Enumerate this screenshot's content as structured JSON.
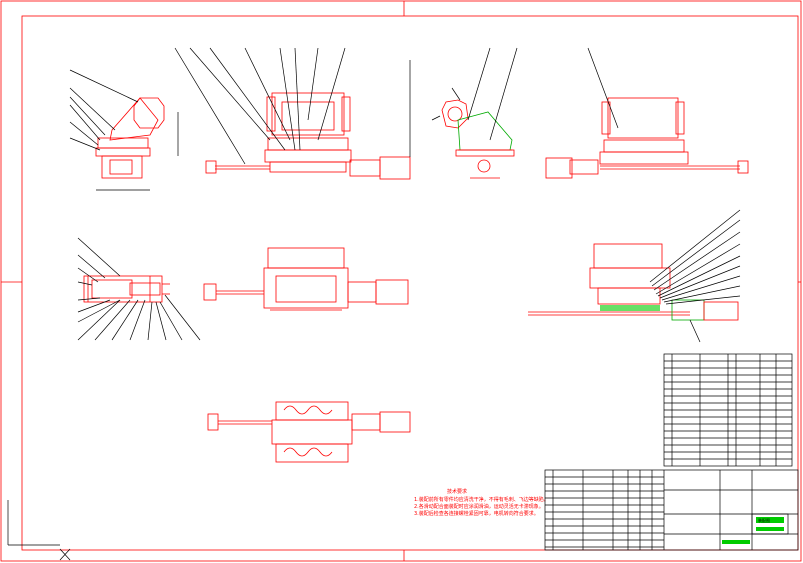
{
  "drawing": {
    "notes_title": "技术要求",
    "notes_lines": [
      "1.装配前所有零件均应清洗干净，不得有毛刺、飞边等缺陷。",
      "2.各滑动配合面装配时应涂润滑油，运动灵活无卡滞现象。",
      "3.装配后检查各连接螺栓紧固可靠，电机转向符合要求。"
    ],
    "title_block_label": "装配图",
    "colors": {
      "border": "#ff0000",
      "geometry": "#ff0000",
      "leaders": "#000000",
      "hatch": "#00aa00",
      "highlight": "#00cc00"
    }
  }
}
